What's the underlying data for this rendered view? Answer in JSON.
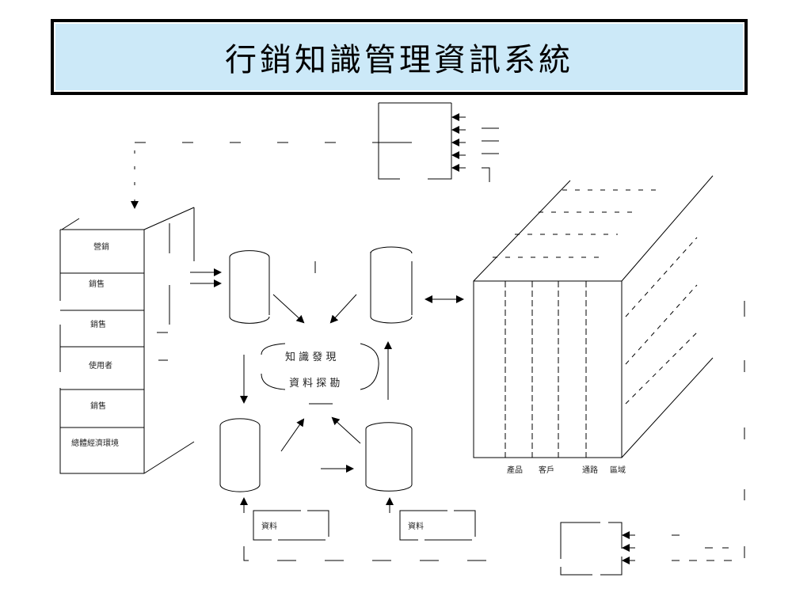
{
  "title": "行銷知識管理資訊系統",
  "left_stack_labels": [
    "營銷",
    "銷售",
    "銷售",
    "使用者",
    "銷售",
    "總體經濟環境"
  ],
  "center_oval": {
    "line1": "知 識 發 現",
    "line2": "資 料 探 勘"
  },
  "bottom_labels": [
    "資料",
    "資料"
  ],
  "right_bottom_labels": [
    "產品",
    "客戶",
    "通路",
    "區域"
  ],
  "colors": {
    "title_bg": "#cce9f8",
    "title_frame": "#000000",
    "line": "#000000"
  }
}
